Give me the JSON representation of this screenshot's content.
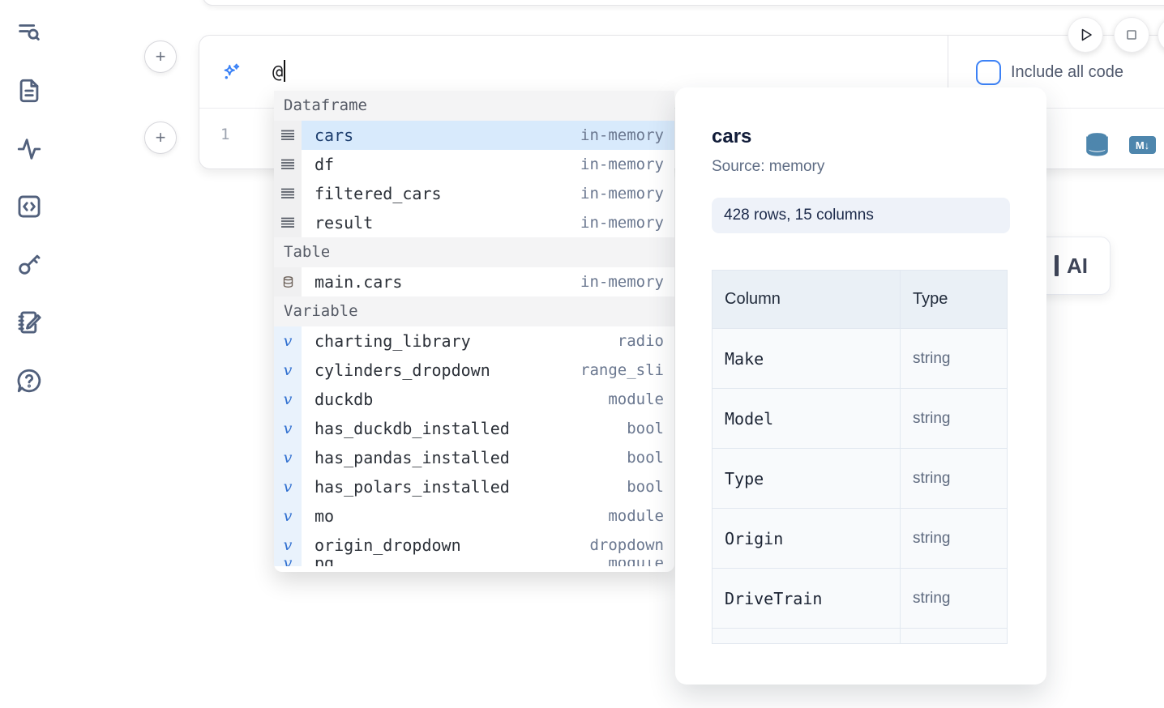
{
  "colors": {
    "accent_blue": "#3b82f6",
    "steel_blue": "#4e86ad",
    "selection_bg": "#d8eafc",
    "selection_text": "#1e3f6f",
    "sidebar_icon": "#51607c"
  },
  "sidebar": {
    "items": [
      {
        "icon": "list-search-icon"
      },
      {
        "icon": "file-text-icon"
      },
      {
        "icon": "activity-icon"
      },
      {
        "icon": "snippets-icon"
      },
      {
        "icon": "key-icon"
      },
      {
        "icon": "notebook-edit-icon"
      },
      {
        "icon": "help-icon"
      }
    ]
  },
  "toolbar": {
    "play_icon": "play-icon",
    "stop_icon": "stop-icon"
  },
  "ai_cell": {
    "prompt_value": "@",
    "include_label": "Include all code",
    "line_number": "1",
    "md_badge": "M↓"
  },
  "ai_button": {
    "label": "AI"
  },
  "autocomplete": {
    "sections": [
      {
        "label": "Dataframe",
        "icon": "rows-icon",
        "items": [
          {
            "name": "cars",
            "type": "in-memory",
            "selected": true
          },
          {
            "name": "df",
            "type": "in-memory"
          },
          {
            "name": "filtered_cars",
            "type": "in-memory"
          },
          {
            "name": "result",
            "type": "in-memory"
          }
        ]
      },
      {
        "label": "Table",
        "icon": "database-icon",
        "items": [
          {
            "name": "main.cars",
            "type": "in-memory"
          }
        ]
      },
      {
        "label": "Variable",
        "icon": "variable-icon",
        "items": [
          {
            "name": "charting_library",
            "type": "radio"
          },
          {
            "name": "cylinders_dropdown",
            "type": "range_sli"
          },
          {
            "name": "duckdb",
            "type": "module"
          },
          {
            "name": "has_duckdb_installed",
            "type": "bool"
          },
          {
            "name": "has_pandas_installed",
            "type": "bool"
          },
          {
            "name": "has_polars_installed",
            "type": "bool"
          },
          {
            "name": "mo",
            "type": "module"
          },
          {
            "name": "origin_dropdown",
            "type": "dropdown"
          },
          {
            "name": "pd",
            "type": "module",
            "partial": true
          }
        ]
      }
    ]
  },
  "preview": {
    "title": "cars",
    "source": "Source: memory",
    "badge": "428 rows, 15 columns",
    "table": {
      "headers": [
        "Column",
        "Type"
      ],
      "rows": [
        [
          "Make",
          "string"
        ],
        [
          "Model",
          "string"
        ],
        [
          "Type",
          "string"
        ],
        [
          "Origin",
          "string"
        ],
        [
          "DriveTrain",
          "string"
        ]
      ]
    }
  }
}
